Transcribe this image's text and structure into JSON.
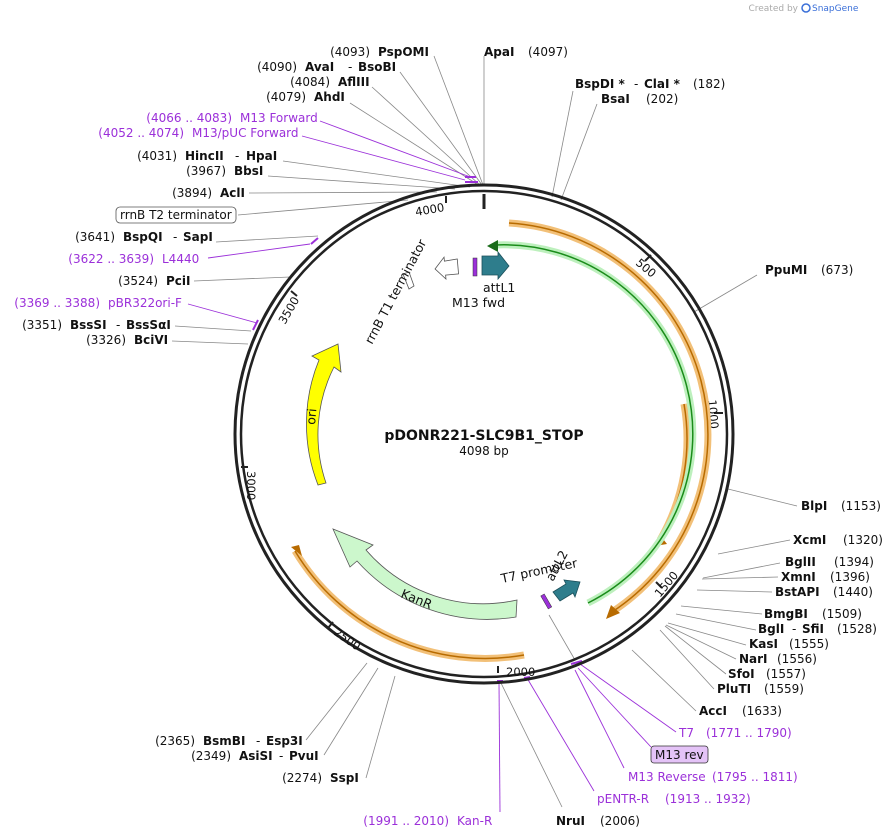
{
  "credit": {
    "prefix": "Created by",
    "brand": "SnapGene"
  },
  "plasmid": {
    "name": "pDONR221-SLC9B1_STOP",
    "size": "4098 bp"
  },
  "colors": {
    "ring": "#222222",
    "primer": "#9b30d9",
    "kanR": "#c8f7c8",
    "ori": "#ffff00",
    "attL": "#2e7d8c",
    "orange": "#f0a030",
    "green": "#2eb82e"
  },
  "ticks": [
    {
      "label": "500",
      "icon": "tick-mark"
    },
    {
      "label": "1000",
      "icon": "tick-mark"
    },
    {
      "label": "1500",
      "icon": "tick-mark"
    },
    {
      "label": "2000",
      "icon": "tick-mark"
    },
    {
      "label": "2500",
      "icon": "tick-mark"
    },
    {
      "label": "3000",
      "icon": "tick-mark"
    },
    {
      "label": "3500",
      "icon": "tick-mark"
    },
    {
      "label": "4000",
      "icon": "tick-mark"
    }
  ],
  "features": {
    "ori": "ori",
    "kanR": "KanR",
    "rrnB_T1": "rrnB T1 terminator",
    "attL1": "attL1",
    "m13fwd": "M13 fwd",
    "t7promoter": "T7 promoter",
    "attL2": "attL2"
  },
  "sites": {
    "PspOMI": {
      "name": "PspOMI",
      "pos": "(4093)"
    },
    "AvaI": {
      "name": "AvaI",
      "sep": "-",
      "name2": "BsoBI",
      "pos": "(4090)"
    },
    "AflIII": {
      "name": "AflIII",
      "pos": "(4084)"
    },
    "AhdI": {
      "name": "AhdI",
      "pos": "(4079)"
    },
    "M13F": {
      "name": "M13 Forward",
      "pos": "(4066 .. 4083)"
    },
    "M13pUC": {
      "name": "M13/pUC Forward",
      "pos": "(4052 .. 4074)"
    },
    "HincII": {
      "name": "HincII",
      "sep": "-",
      "name2": "HpaI",
      "pos": "(4031)"
    },
    "BbsI": {
      "name": "BbsI",
      "pos": "(3967)"
    },
    "AclI": {
      "name": "AclI",
      "pos": "(3894)"
    },
    "rrnBT2": {
      "name": "rrnB T2 terminator"
    },
    "BspQI": {
      "name": "BspQI",
      "sep": "-",
      "name2": "SapI",
      "pos": "(3641)"
    },
    "L4440": {
      "name": "L4440",
      "pos": "(3622 .. 3639)"
    },
    "PciI": {
      "name": "PciI",
      "pos": "(3524)"
    },
    "pBR322": {
      "name": "pBR322ori-F",
      "pos": "(3369 .. 3388)"
    },
    "BssSI": {
      "name": "BssSI",
      "sep": "-",
      "name2": "BssSαI",
      "pos": "(3351)"
    },
    "BciVI": {
      "name": "BciVI",
      "pos": "(3326)"
    },
    "ApaI": {
      "name": "ApaI",
      "pos": "(4097)"
    },
    "BspDI": {
      "name": "BspDI *",
      "sep": "-",
      "name2": "ClaI *",
      "pos": "(182)"
    },
    "BsaI": {
      "name": "BsaI",
      "pos": "(202)"
    },
    "PpuMI": {
      "name": "PpuMI",
      "pos": "(673)"
    },
    "BlpI": {
      "name": "BlpI",
      "pos": "(1153)"
    },
    "XcmI": {
      "name": "XcmI",
      "pos": "(1320)"
    },
    "BglII": {
      "name": "BglII",
      "pos": "(1394)"
    },
    "XmnI": {
      "name": "XmnI",
      "pos": "(1396)"
    },
    "BstAPI": {
      "name": "BstAPI",
      "pos": "(1440)"
    },
    "BmgBI": {
      "name": "BmgBI",
      "pos": "(1509)"
    },
    "BglI": {
      "name": "BglI",
      "sep": "-",
      "name2": "SfiI",
      "pos": "(1528)"
    },
    "KasI": {
      "name": "KasI",
      "pos": "(1555)"
    },
    "NarI": {
      "name": "NarI",
      "pos": "(1556)"
    },
    "SfoI": {
      "name": "SfoI",
      "pos": "(1557)"
    },
    "PluTI": {
      "name": "PluTI",
      "pos": "(1559)"
    },
    "AccI": {
      "name": "AccI",
      "pos": "(1633)"
    },
    "T7": {
      "name": "T7",
      "pos": "(1771 .. 1790)"
    },
    "M13rev": {
      "name": "M13 rev"
    },
    "M13Reverse": {
      "name": "M13 Reverse",
      "pos": "(1795 .. 1811)"
    },
    "pENTR": {
      "name": "pENTR-R",
      "pos": "(1913 .. 1932)"
    },
    "NruI": {
      "name": "NruI",
      "pos": "(2006)"
    },
    "KanR_primer": {
      "name": "Kan-R",
      "pos": "(1991 .. 2010)"
    },
    "BsmBI": {
      "name": "BsmBI",
      "sep": "-",
      "name2": "Esp3I",
      "pos": "(2365)"
    },
    "AsiSI": {
      "name": "AsiSI",
      "sep": "-",
      "name2": "PvuI",
      "pos": "(2349)"
    },
    "SspI": {
      "name": "SspI",
      "pos": "(2274)"
    }
  }
}
